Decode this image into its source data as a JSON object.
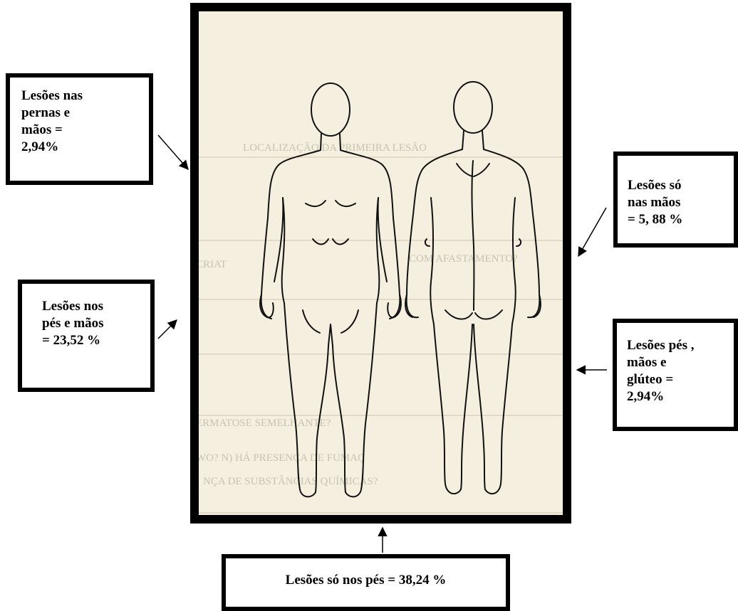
{
  "labels": {
    "legs_hands": "Lesões nas\npernas e\nmãos =\n2,94%",
    "hands_only": "Lesões    só\nnas    mãos\n= 5, 88 %",
    "feet_hands": "Lesões   nos\npés  e  mãos\n= 23,52 %",
    "feet_hands_glute": "Lesões pés ,\nmãos e\nglúteo =\n2,94%",
    "feet_only": "Lesões só nos pés = 38,24 %"
  },
  "background_form_text": {
    "line1": "LOCALIZAÇÃO DA PRIMEIRA LESÃO",
    "line2": "CRIAT",
    "line3": "COM AFASTAMENTO?",
    "line4": "ERMATOSE SEMELHANTE?",
    "line5": "WO?          N) HÁ PRESENÇA DE FUMAÇ",
    "line6": "NÇA DE SUBSTÂNCIAS QUÍMICAS?"
  },
  "colors": {
    "paper": "#f4efdf",
    "ink": "#000000",
    "faded_text": "#c9c2b0"
  }
}
